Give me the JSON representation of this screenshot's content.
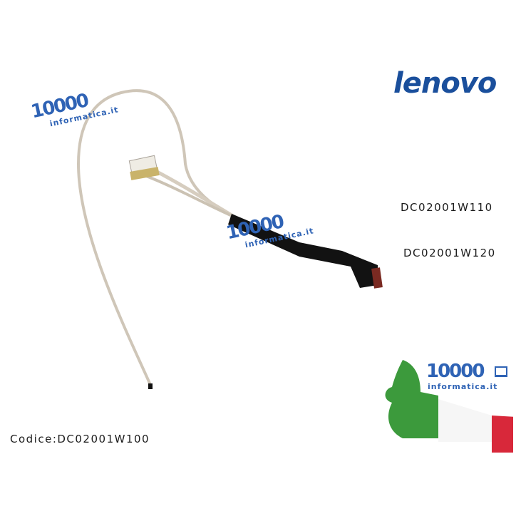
{
  "brand": {
    "logo_text": "lenovo",
    "color": "#1a4f9c"
  },
  "watermark": {
    "number": "10000",
    "domain": "informatica.it",
    "color": "#2f63b5",
    "icon": "laptop-icon"
  },
  "codes": {
    "primary": "Codice:DC02001W100",
    "alt1": "DC02001W110",
    "alt2": "DC02001W120"
  },
  "product": {
    "description": "LCD cable",
    "cable_color": "#d8cfc2",
    "sheath_color": "#111111",
    "connector_color": "#7a2a22"
  },
  "flag_hand": {
    "colors": [
      "#3c9a3c",
      "#ffffff",
      "#d8283a"
    ]
  }
}
